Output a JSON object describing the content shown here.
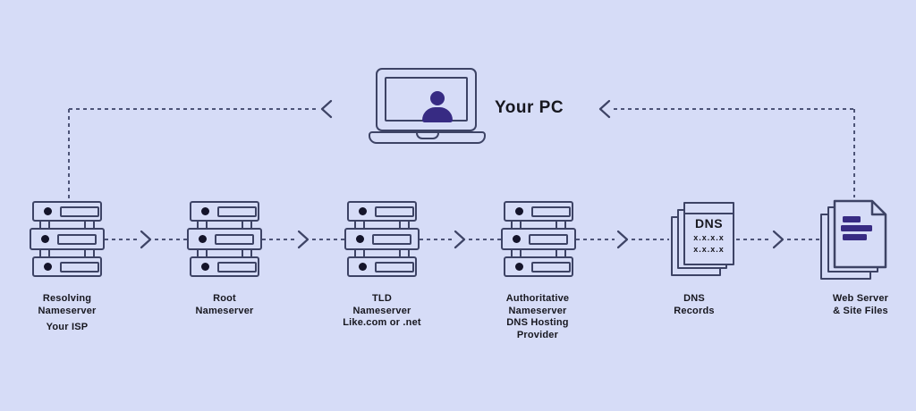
{
  "colors": {
    "background": "#d6dcf7",
    "outline": "#3d4365",
    "dashed_line": "#4d5477",
    "text": "#17171f",
    "accent_indigo": "#372b83"
  },
  "pc": {
    "label": "Your PC"
  },
  "nodes": [
    {
      "id": "resolving-nameserver",
      "type": "server",
      "lines": [
        "Resolving",
        "Nameserver"
      ],
      "sub": "Your ISP"
    },
    {
      "id": "root-nameserver",
      "type": "server",
      "lines": [
        "Root",
        "Nameserver"
      ]
    },
    {
      "id": "tld-nameserver",
      "type": "server",
      "lines": [
        "TLD",
        "Nameserver",
        "Like.com or .net"
      ]
    },
    {
      "id": "authoritative-nameserver",
      "type": "server",
      "lines": [
        "Authoritative",
        "Nameserver",
        "DNS Hosting",
        "Provider"
      ]
    },
    {
      "id": "dns-records",
      "type": "document-stack",
      "doc_title": "DNS",
      "doc_lines": [
        "x.x.x.x",
        "x.x.x.x"
      ],
      "lines": [
        "DNS",
        "Records"
      ]
    },
    {
      "id": "web-server",
      "type": "file-stack",
      "lines": [
        "Web Server",
        "& Site Files"
      ]
    }
  ]
}
